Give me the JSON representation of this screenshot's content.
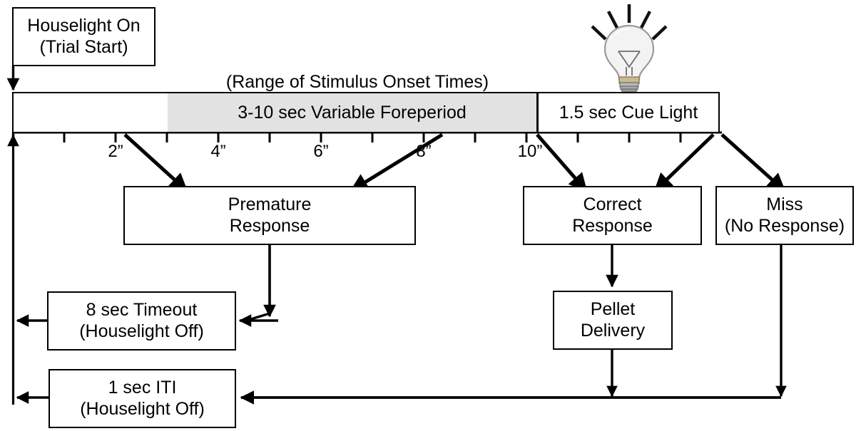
{
  "diagram": {
    "title": "Trial structure flow diagram",
    "colors": {
      "stroke": "#000000",
      "background": "#ffffff",
      "foreperiod_fill": "#e2e2e2"
    },
    "timeline": {
      "range_label": "(Range of Stimulus Onset Times)",
      "foreperiod_label": "3-10 sec Variable Foreperiod",
      "cue_light_label": "1.5 sec Cue Light",
      "tick_labels": [
        "2”",
        "4”",
        "6”",
        "8”",
        "10”"
      ],
      "tick_label_positions_sec": [
        2,
        4,
        6,
        8,
        10
      ],
      "tick_count": 14,
      "axis_start_sec": 0,
      "axis_end_sec": 11.5,
      "foreperiod_start_sec": 3,
      "foreperiod_end_sec": 10,
      "cue_start_sec": 10,
      "cue_end_sec": 11.5
    },
    "bulb": {
      "icon": "lightbulb-icon",
      "rays": 5,
      "state": "on"
    },
    "nodes": {
      "houselight_on": {
        "line1": "Houselight On",
        "line2": "(Trial Start)"
      },
      "premature": {
        "line1": "Premature",
        "line2": "Response"
      },
      "correct": {
        "line1": "Correct",
        "line2": "Response"
      },
      "miss": {
        "line1": "Miss",
        "line2": "(No Response)"
      },
      "timeout": {
        "line1": "8 sec Timeout",
        "line2": "(Houselight Off)"
      },
      "iti": {
        "line1": "1 sec ITI",
        "line2": "(Houselight Off)"
      },
      "pellet": {
        "line1": "Pellet",
        "line2": "Delivery"
      }
    },
    "edges": [
      {
        "name": "houselight-to-timeline",
        "from": "houselight_on",
        "to": "timeline"
      },
      {
        "name": "timeline-early-to-premature",
        "from": "timeline@2.4s",
        "to": "premature"
      },
      {
        "name": "timeline-late-to-premature",
        "from": "timeline@8.6s",
        "to": "premature"
      },
      {
        "name": "cue-start-to-correct",
        "from": "timeline@10s",
        "to": "correct"
      },
      {
        "name": "cue-end-to-correct",
        "from": "timeline@11.4s",
        "to": "correct"
      },
      {
        "name": "cue-end-to-miss",
        "from": "timeline@11.5s",
        "to": "miss"
      },
      {
        "name": "premature-to-timeout",
        "from": "premature",
        "to": "timeout"
      },
      {
        "name": "timeout-to-trialstart",
        "from": "timeout",
        "to": "trial-start-return"
      },
      {
        "name": "iti-to-trialstart",
        "from": "iti",
        "to": "trial-start-return"
      },
      {
        "name": "correct-to-pellet",
        "from": "correct",
        "to": "pellet"
      },
      {
        "name": "pellet-to-iti",
        "from": "pellet",
        "to": "iti"
      },
      {
        "name": "miss-to-iti",
        "from": "miss",
        "to": "iti"
      }
    ]
  }
}
